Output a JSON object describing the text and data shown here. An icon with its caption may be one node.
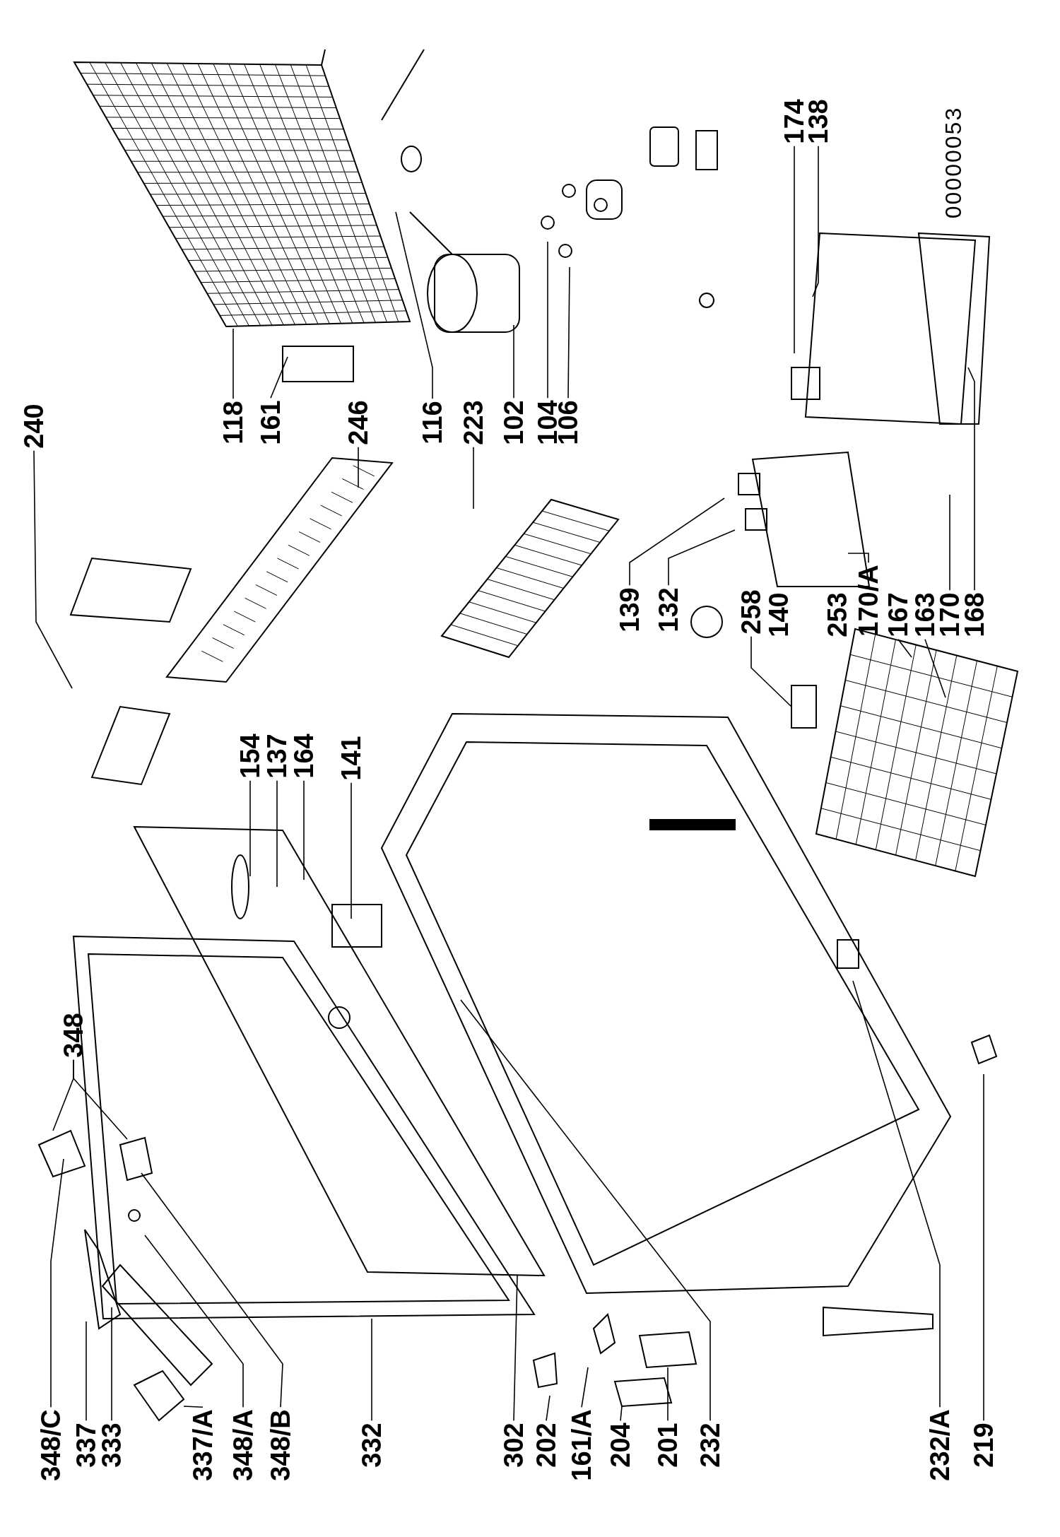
{
  "diagram": {
    "nodes": [
      {
        "text": [
          "240"
        ]
      },
      {
        "text": [
          "118"
        ]
      },
      {
        "text": [
          "161"
        ]
      },
      {
        "text": [
          "246"
        ]
      },
      {
        "text": [
          "116"
        ]
      },
      {
        "text": [
          "223"
        ]
      },
      {
        "text": [
          "102"
        ]
      },
      {
        "text": [
          "104"
        ]
      },
      {
        "text": [
          "106"
        ]
      },
      {
        "text": [
          "174"
        ]
      },
      {
        "text": [
          "138"
        ]
      },
      {
        "text": [
          "348"
        ]
      },
      {
        "text": [
          "154"
        ]
      },
      {
        "text": [
          "137"
        ]
      },
      {
        "text": [
          "164"
        ]
      },
      {
        "text": [
          "141"
        ]
      },
      {
        "text": [
          "139"
        ]
      },
      {
        "text": [
          "132"
        ]
      },
      {
        "text": [
          "258"
        ]
      },
      {
        "text": [
          "170/A"
        ]
      },
      {
        "text": [
          "167"
        ]
      },
      {
        "text": [
          "163"
        ]
      },
      {
        "text": [
          "170"
        ]
      },
      {
        "text": [
          "168"
        ]
      },
      {
        "text": [
          "348/C"
        ]
      },
      {
        "text": [
          "337"
        ]
      },
      {
        "text": [
          "333"
        ]
      },
      {
        "text": [
          "337/A"
        ]
      },
      {
        "text": [
          "348/A"
        ]
      },
      {
        "text": [
          "348/B"
        ]
      },
      {
        "text": [
          "332"
        ]
      },
      {
        "text": [
          "302"
        ]
      },
      {
        "text": [
          "202"
        ]
      },
      {
        "text": [
          "161/A"
        ]
      },
      {
        "text": [
          "204"
        ]
      },
      {
        "text": [
          "201"
        ]
      },
      {
        "text": [
          "232"
        ]
      },
      {
        "text": [
          "232/A"
        ]
      },
      {
        "text": [
          "219"
        ]
      }
    ],
    "edges": [
      {
        "from": 0,
        "to": null,
        "arrow": "none"
      },
      {
        "from": 1,
        "to": null,
        "arrow": "none"
      },
      {
        "from": 2,
        "to": null,
        "arrow": "none"
      },
      {
        "from": 3,
        "to": null,
        "arrow": "none"
      },
      {
        "from": 4,
        "to": null,
        "arrow": "none"
      },
      {
        "from": 5,
        "to": null,
        "arrow": "none"
      },
      {
        "from": 6,
        "to": null,
        "arrow": "none"
      },
      {
        "from": 7,
        "to": null,
        "arrow": "none"
      },
      {
        "from": 8,
        "to": null,
        "arrow": "none"
      },
      {
        "from": 9,
        "to": null,
        "arrow": "none"
      },
      {
        "from": 10,
        "to": null,
        "arrow": "none"
      },
      {
        "from": 11,
        "to": null,
        "arrow": "none"
      },
      {
        "from": 11,
        "to": null,
        "arrow": "none"
      },
      {
        "from": 12,
        "to": null,
        "arrow": "none"
      },
      {
        "from": 13,
        "to": null,
        "arrow": "none"
      },
      {
        "from": 14,
        "to": null,
        "arrow": "none"
      },
      {
        "from": 15,
        "to": null,
        "arrow": "none"
      },
      {
        "from": 16,
        "to": null,
        "arrow": "none"
      },
      {
        "from": 17,
        "to": null,
        "arrow": "none"
      },
      {
        "from": 18,
        "to": null,
        "arrow": "none"
      },
      {
        "from": 19,
        "to": null,
        "arrow": "none"
      },
      {
        "from": 20,
        "to": null,
        "arrow": "none"
      },
      {
        "from": 21,
        "to": null,
        "arrow": "none"
      },
      {
        "from": 22,
        "to": null,
        "arrow": "none"
      },
      {
        "from": 23,
        "to": null,
        "arrow": "none"
      },
      {
        "from": 24,
        "to": null,
        "arrow": "none"
      },
      {
        "from": 25,
        "to": null,
        "arrow": "none"
      },
      {
        "from": 26,
        "to": null,
        "arrow": "none"
      },
      {
        "from": 27,
        "to": null,
        "arrow": "none"
      },
      {
        "from": 28,
        "to": null,
        "arrow": "none"
      },
      {
        "from": 29,
        "to": null,
        "arrow": "none"
      },
      {
        "from": 30,
        "to": null,
        "arrow": "none"
      },
      {
        "from": 31,
        "to": null,
        "arrow": "none"
      },
      {
        "from": 32,
        "to": null,
        "arrow": "none"
      },
      {
        "from": 33,
        "to": null,
        "arrow": "none"
      },
      {
        "from": 34,
        "to": null,
        "arrow": "none"
      },
      {
        "from": 35,
        "to": null,
        "arrow": "none"
      },
      {
        "from": 36,
        "to": null,
        "arrow": "none"
      },
      {
        "from": 37,
        "to": null,
        "arrow": "none"
      },
      {
        "from": 38,
        "to": null,
        "arrow": "none"
      }
    ],
    "labels": [
      "140",
      "253",
      "00000053"
    ]
  }
}
